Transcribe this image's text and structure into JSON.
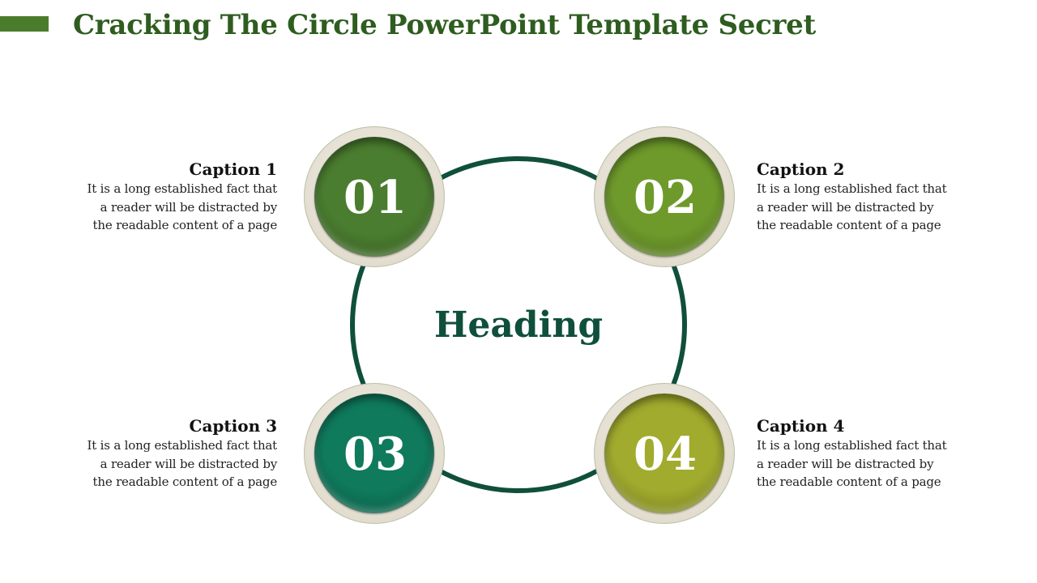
{
  "slide": {
    "title": "Cracking The Circle PowerPoint Template Secret",
    "title_color": "#2e5d1f",
    "accent_bar_color": "#4a7c2c",
    "ring_color": "#0f4f3c",
    "heading": "Heading",
    "heading_color": "#0f4f3c"
  },
  "steps": [
    {
      "number": "01",
      "color": "#4a7d2f",
      "caption_title": "Caption 1",
      "caption_lines": [
        "It is a long established fact that",
        "a reader will be distracted by",
        "the readable content of a page"
      ]
    },
    {
      "number": "02",
      "color": "#6e9a2b",
      "caption_title": "Caption 2",
      "caption_lines": [
        "It is a long established fact that",
        "a reader will be distracted by",
        "the readable content of a page"
      ]
    },
    {
      "number": "03",
      "color": "#0f7a5c",
      "caption_title": "Caption 3",
      "caption_lines": [
        "It is a long established fact that",
        "a reader will be distracted by",
        "the readable content of a page"
      ]
    },
    {
      "number": "04",
      "color": "#a1ab2d",
      "caption_title": "Caption 4",
      "caption_lines": [
        "It is a long established fact that",
        "a reader will be distracted by",
        "the readable content of a page"
      ]
    }
  ]
}
